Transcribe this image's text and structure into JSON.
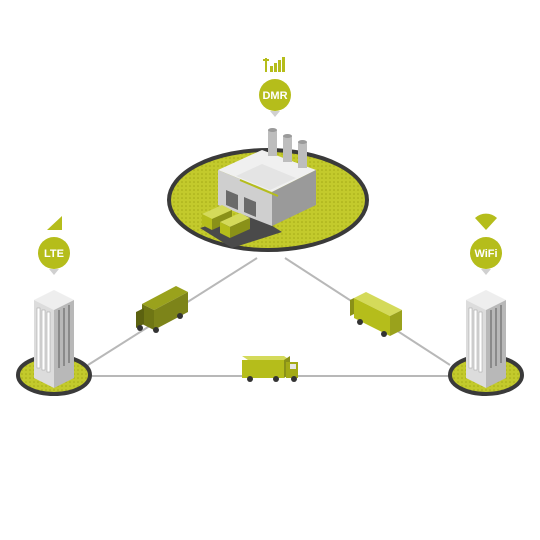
{
  "nodes": {
    "factory": {
      "badge": "DMR",
      "signal_icon": "antenna-bars-icon"
    },
    "left": {
      "badge": "LTE",
      "signal_icon": "triangle-signal-icon"
    },
    "right": {
      "badge": "WiFi",
      "signal_icon": "wifi-icon"
    }
  },
  "colors": {
    "accent": "#b5bd1b",
    "accent_light": "#c8cf4a",
    "truck_dark": "#7d8419",
    "ring": "#3a3a3a",
    "line": "#b8b8b8",
    "building": "#d9d9d9"
  }
}
